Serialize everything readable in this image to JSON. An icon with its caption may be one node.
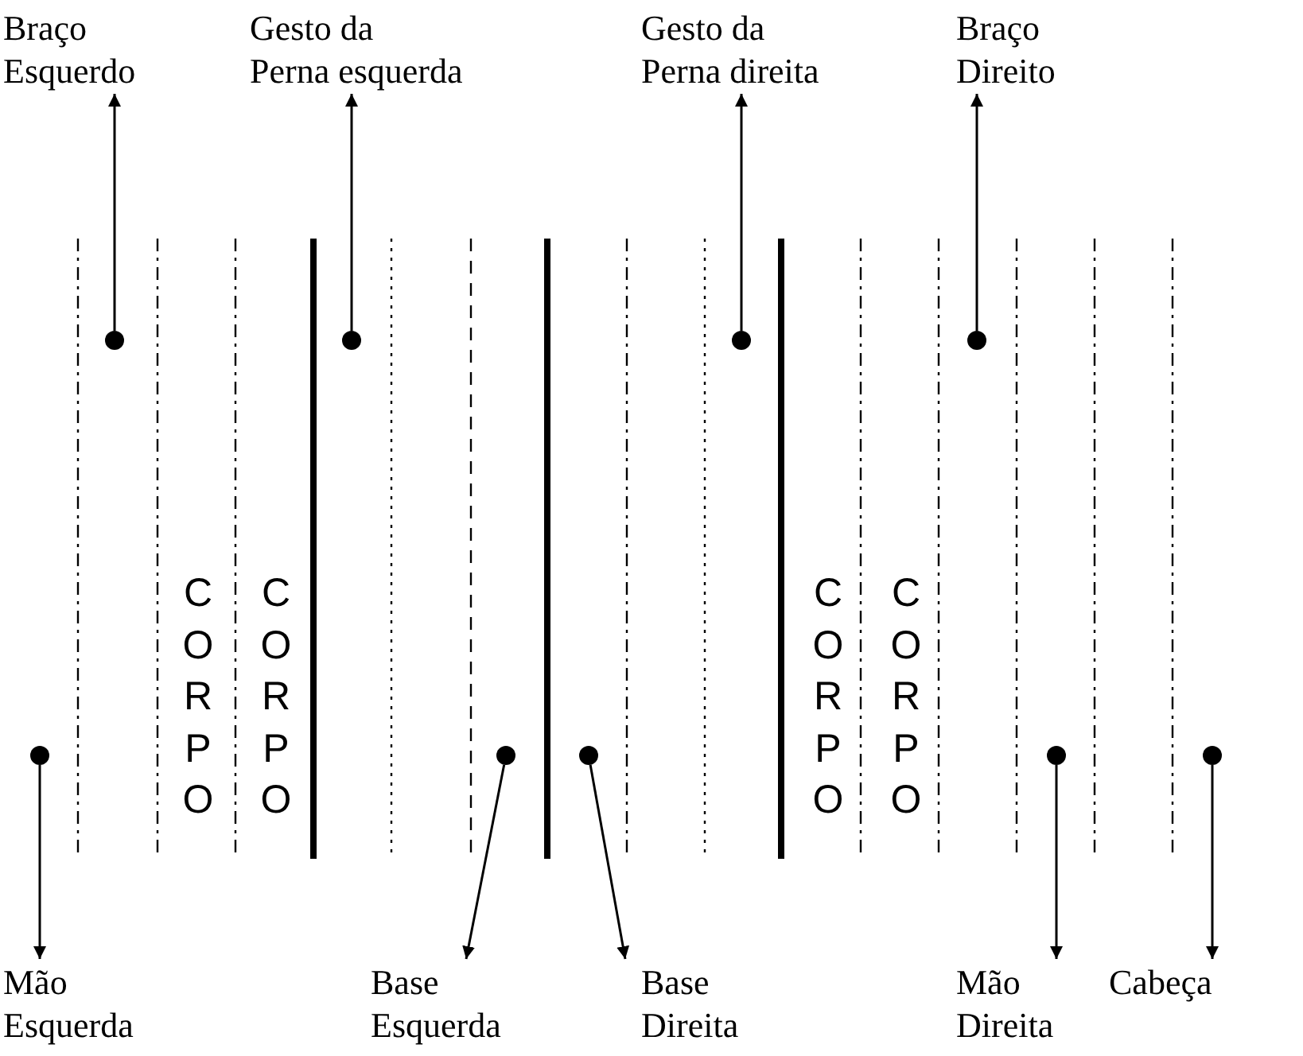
{
  "diagram": {
    "nodes": [
      {
        "text": [
          "Braço Esquerdo"
        ]
      },
      {
        "text": [
          "Gesto da Perna esquerda"
        ]
      },
      {
        "text": [
          "Gesto da Perna direita"
        ]
      },
      {
        "text": [
          "Braço Direito"
        ]
      },
      {
        "text": [
          "Mão Esquerda"
        ]
      },
      {
        "text": [
          "Base Esquerda"
        ]
      },
      {
        "text": [
          "Base Direita"
        ]
      },
      {
        "text": [
          "Mão Direita"
        ]
      },
      {
        "text": [
          "Cabeça"
        ]
      },
      {
        "text": [],
        "shape": "circle"
      },
      {
        "text": [],
        "shape": "circle"
      },
      {
        "text": [],
        "shape": "circle"
      },
      {
        "text": [],
        "shape": "circle"
      },
      {
        "text": [],
        "shape": "circle"
      },
      {
        "text": [],
        "shape": "circle"
      },
      {
        "text": [],
        "shape": "circle"
      },
      {
        "text": [],
        "shape": "circle"
      },
      {
        "text": [],
        "shape": "circle"
      }
    ],
    "edges": [
      {
        "from": 9,
        "to": 0,
        "arrow": "to"
      },
      {
        "from": 10,
        "to": 1,
        "arrow": "to"
      },
      {
        "from": 11,
        "to": 2,
        "arrow": "to"
      },
      {
        "from": 12,
        "to": 3,
        "arrow": "to"
      },
      {
        "from": 13,
        "to": 4,
        "arrow": "to"
      },
      {
        "from": 14,
        "to": 5,
        "arrow": "to"
      },
      {
        "from": 15,
        "to": 6,
        "arrow": "to"
      },
      {
        "from": 16,
        "to": 7,
        "arrow": "to"
      },
      {
        "from": 17,
        "to": 8,
        "arrow": "to"
      }
    ],
    "labels": [
      "CORPO",
      "CORPO",
      "CORPO",
      "CORPO"
    ]
  }
}
